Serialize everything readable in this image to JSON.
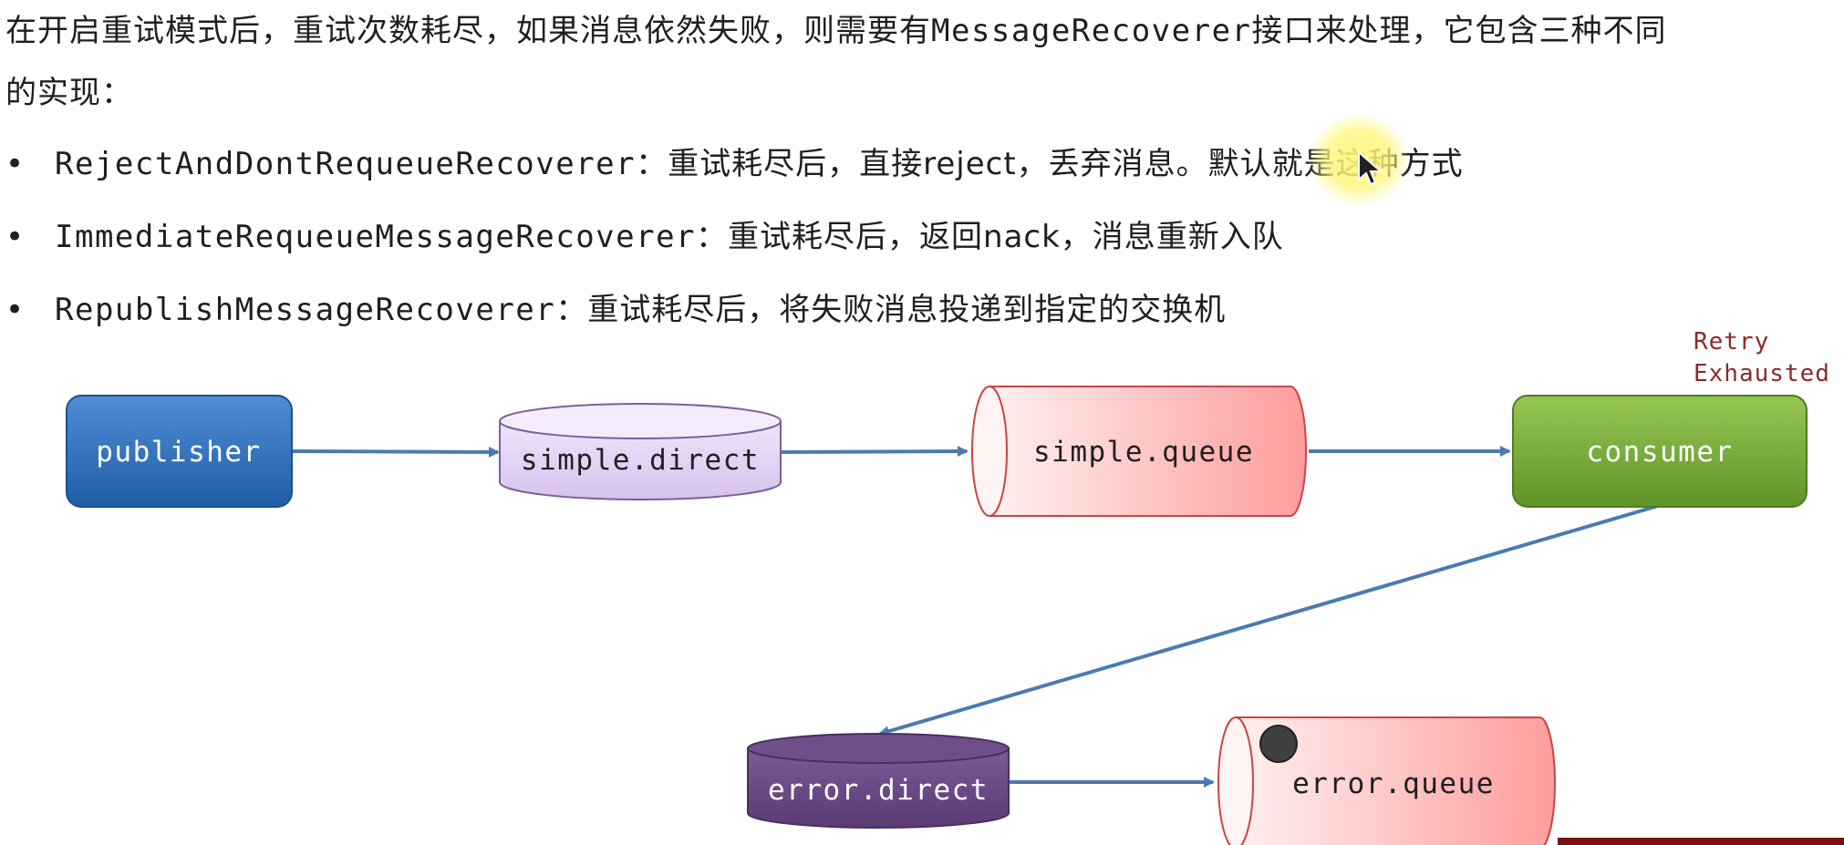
{
  "intro": {
    "line1_a": "在开启重试模式后，重试次数耗尽，如果消息依然失败，则需要有",
    "line1_code": "MessageRecoverer",
    "line1_b": "接口来处理，它包含三种不同",
    "line2": "的实现："
  },
  "bullets": [
    {
      "marker": "•",
      "code": "RejectAndDontRequeueRecoverer",
      "text": "：重试耗尽后，直接reject，丢弃消息。默认就是这种方式"
    },
    {
      "marker": "•",
      "code": "ImmediateRequeueMessageRecoverer",
      "text": "：重试耗尽后，返回nack，消息重新入队"
    },
    {
      "marker": "•",
      "code": "RepublishMessageRecoverer",
      "text": "：重试耗尽后，将失败消息投递到指定的交换机"
    }
  ],
  "diagram": {
    "retry_label": "Retry\nExhausted",
    "nodes": {
      "publisher": "publisher",
      "simple_direct": "simple.direct",
      "simple_queue": "simple.queue",
      "consumer": "consumer",
      "error_direct": "error.direct",
      "error_queue": "error.queue"
    }
  },
  "colors": {
    "publisher": "#2f6db5",
    "exchange_fill": "#e3d3f3",
    "queue_fill": "#ffc6c6",
    "consumer": "#7cae3a",
    "error_exchange": "#6b4a86",
    "arrow": "#4a7bb0",
    "retry_text": "#8b2a2a"
  }
}
